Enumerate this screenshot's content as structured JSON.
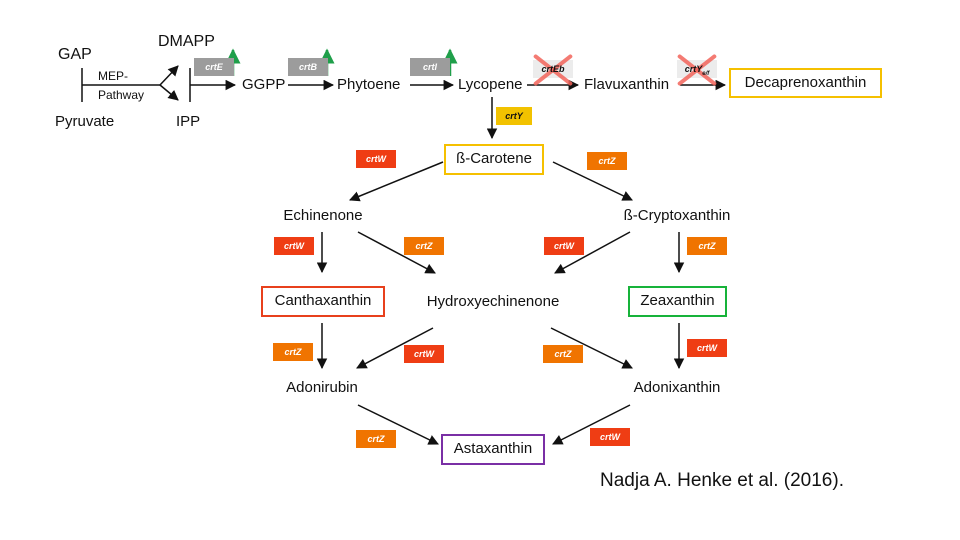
{
  "colors": {
    "gray": "#9c9c9c",
    "yellow": "#f2c200",
    "orange": "#f07400",
    "red": "#ef3d14",
    "green": "#1ca05a",
    "box_yellow": "#f5c000",
    "box_red": "#e8401c",
    "box_green": "#17b33a",
    "box_purple": "#7a2fa5"
  },
  "compounds": {
    "gap": "GAP",
    "mep_pathway_line1": "MEP-",
    "mep_pathway_line2": "Pathway",
    "pyruvate": "Pyruvate",
    "dmapp": "DMAPP",
    "ipp": "IPP",
    "ggpp": "GGPP",
    "phytoene": "Phytoene",
    "lycopene": "Lycopene",
    "flavuxanthin": "Flavuxanthin",
    "decaprenoxanthin": "Decaprenoxanthin",
    "beta_carotene": "ß-Carotene",
    "echinenone": "Echinenone",
    "beta_cryptoxanthin": "ß-Cryptoxanthin",
    "canthaxanthin": "Canthaxanthin",
    "hydroxyechinenone": "Hydroxyechinenone",
    "zeaxanthin": "Zeaxanthin",
    "adonirubin": "Adonirubin",
    "adonixanthin": "Adonixanthin",
    "astaxanthin": "Astaxanthin"
  },
  "enzymes": {
    "crtE": "crtE",
    "crtB": "crtB",
    "crtI": "crtI",
    "crtEb": "crtEb",
    "crtYef_main": "crtY",
    "crtYef_sub": "e/f",
    "crtY": "crtY",
    "crtW_1": "crtW",
    "crtZ_1": "crtZ",
    "crtW_2": "crtW",
    "crtZ_2": "crtZ",
    "crtW_3": "crtW",
    "crtZ_3": "crtZ",
    "crtZ_4": "crtZ",
    "crtW_4": "crtW",
    "crtZ_5": "crtZ",
    "crtW_5": "crtW",
    "crtZ_6": "crtZ",
    "crtW_6": "crtW"
  },
  "citation": "Nadja A. Henke et al. (2016)."
}
